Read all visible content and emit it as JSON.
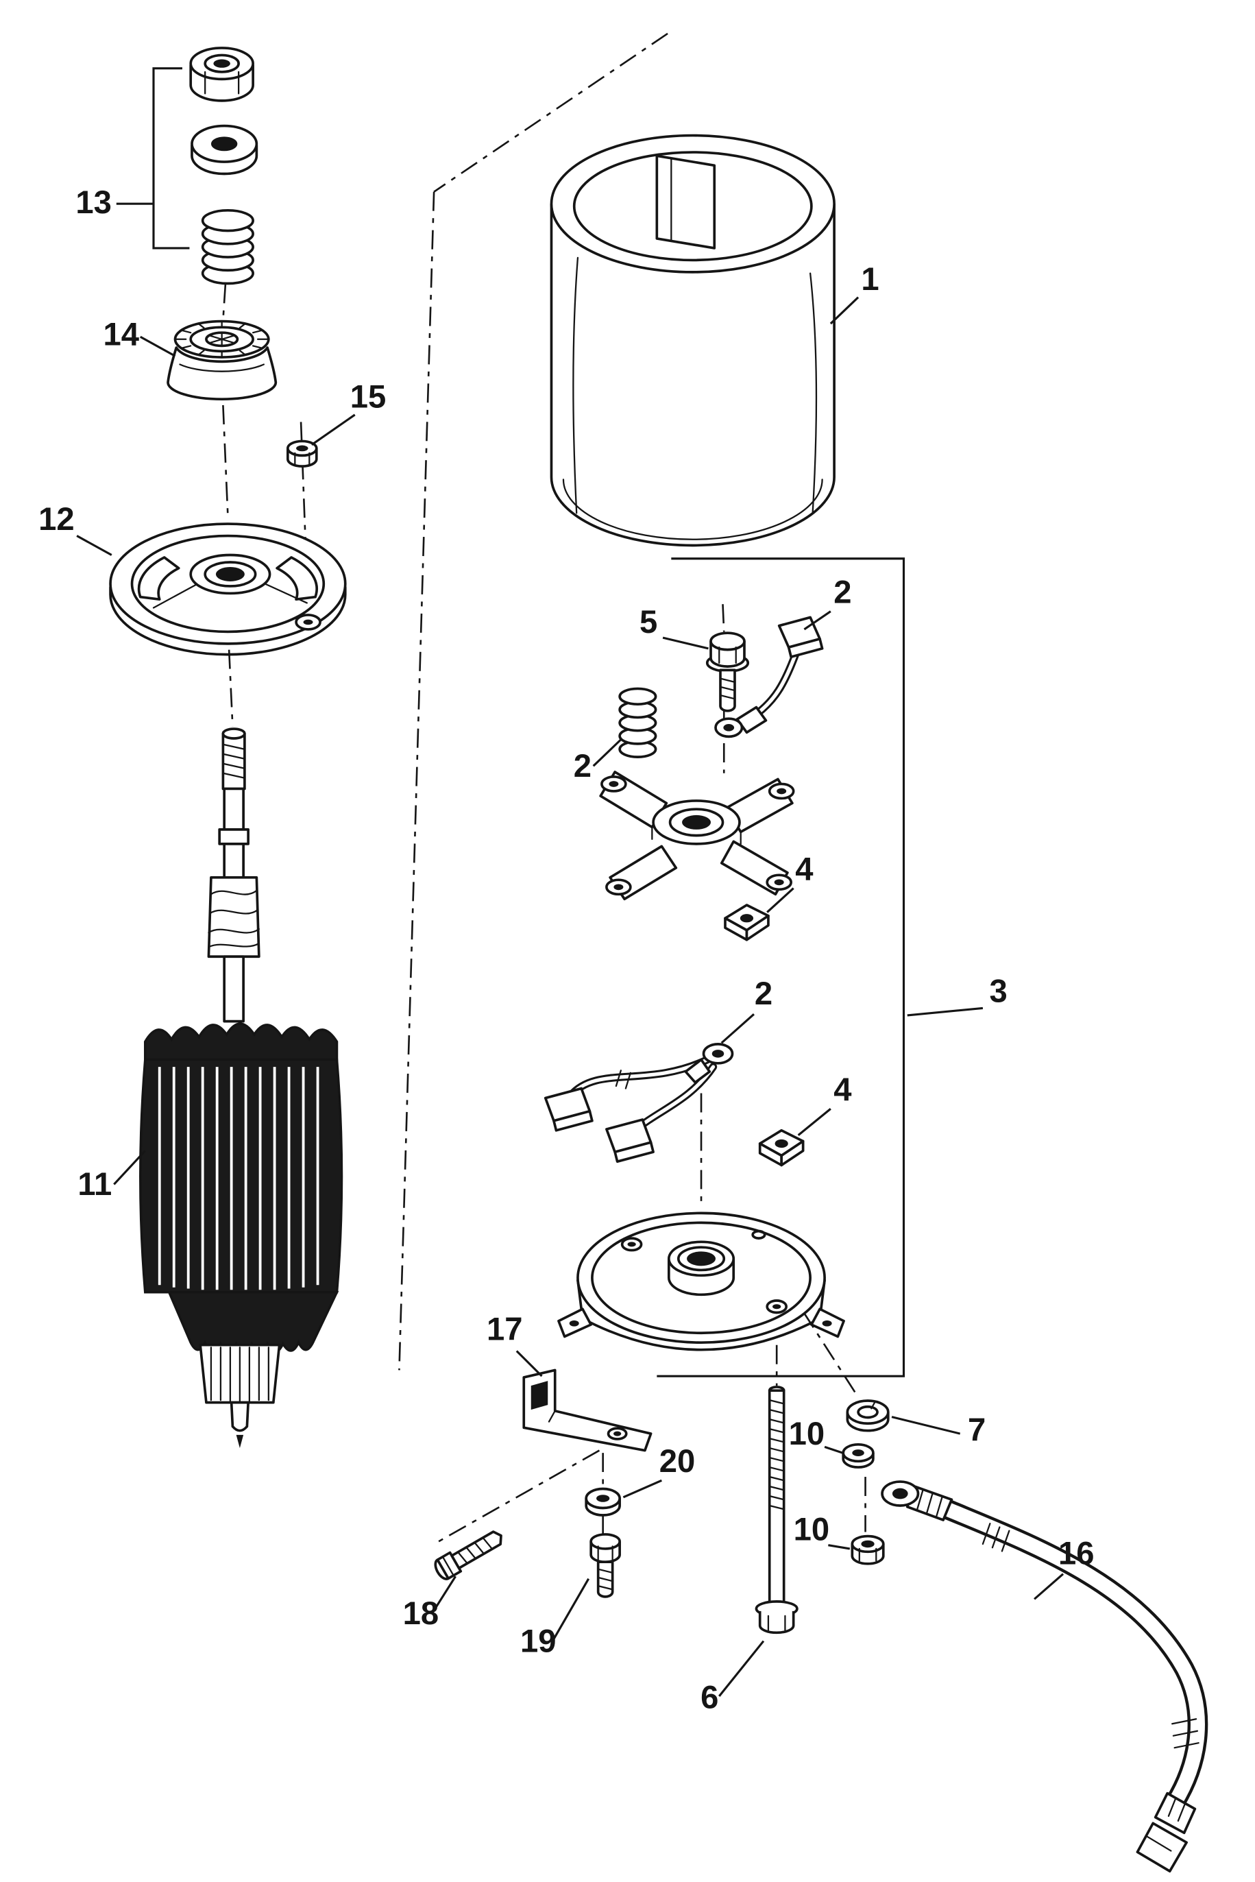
{
  "diagram": {
    "kind": "exploded-parts-diagram",
    "colors": {
      "background": "#ffffff",
      "ink": "#151515"
    },
    "callouts": [
      {
        "label": "13"
      },
      {
        "label": "14"
      },
      {
        "label": "15"
      },
      {
        "label": "12"
      },
      {
        "label": "11"
      },
      {
        "label": "1"
      },
      {
        "label": "5"
      },
      {
        "label": "2"
      },
      {
        "label": "2"
      },
      {
        "label": "4"
      },
      {
        "label": "2"
      },
      {
        "label": "3"
      },
      {
        "label": "4"
      },
      {
        "label": "17"
      },
      {
        "label": "20"
      },
      {
        "label": "18"
      },
      {
        "label": "19"
      },
      {
        "label": "6"
      },
      {
        "label": "10"
      },
      {
        "label": "7"
      },
      {
        "label": "10"
      },
      {
        "label": "16"
      }
    ]
  }
}
